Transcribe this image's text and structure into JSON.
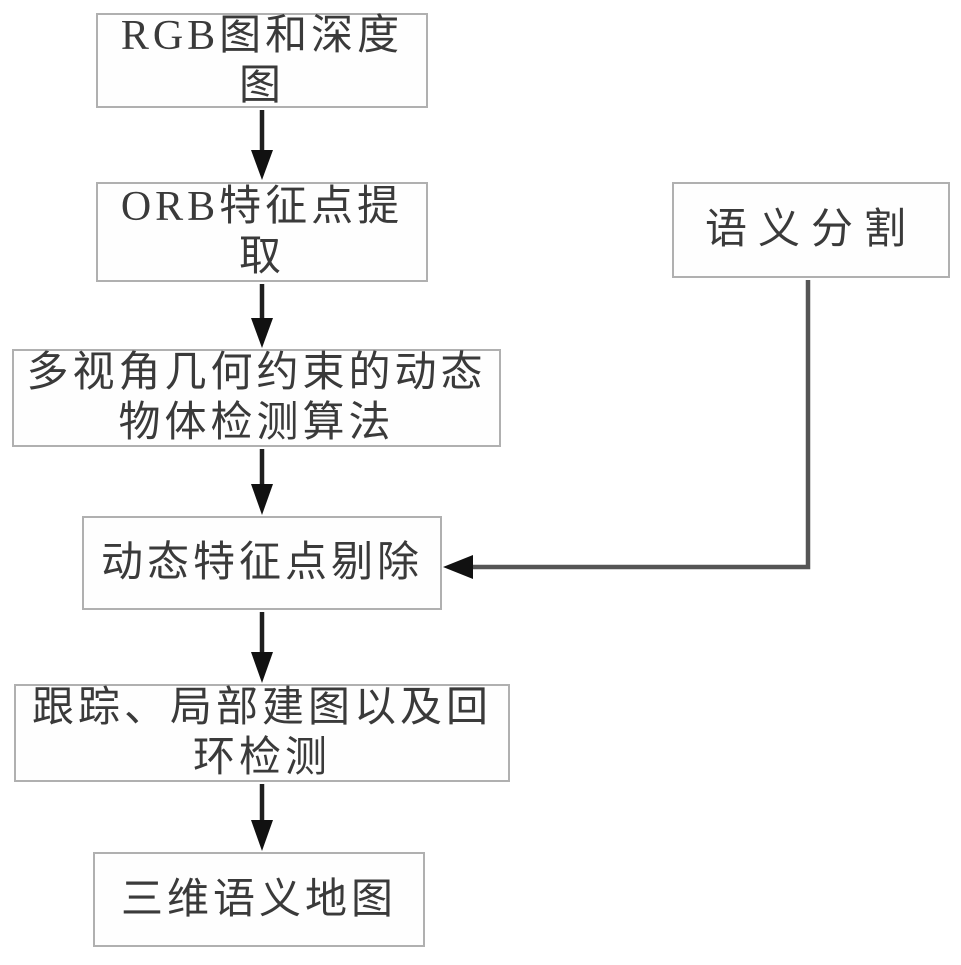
{
  "diagram": {
    "background": "#ffffff",
    "nodes": [
      {
        "id": "rgb-depth-input",
        "label": "RGB图和深度图"
      },
      {
        "id": "orb-feature-extraction",
        "label": "ORB特征点提取"
      },
      {
        "id": "semantic-segmentation",
        "label": "语义分割"
      },
      {
        "id": "multiview-dynamic-object-detection",
        "label": "多视角几何约束的动态\n物体检测算法"
      },
      {
        "id": "dynamic-feature-removal",
        "label": "动态特征点剔除"
      },
      {
        "id": "tracking-mapping-loop-closure",
        "label": "跟踪、局部建图以及回\n环检测"
      },
      {
        "id": "semantic-3d-map",
        "label": "三维语义地图"
      }
    ],
    "edges": [
      {
        "from": "rgb-depth-input",
        "to": "orb-feature-extraction"
      },
      {
        "from": "orb-feature-extraction",
        "to": "multiview-dynamic-object-detection"
      },
      {
        "from": "multiview-dynamic-object-detection",
        "to": "dynamic-feature-removal"
      },
      {
        "from": "semantic-segmentation",
        "to": "dynamic-feature-removal"
      },
      {
        "from": "dynamic-feature-removal",
        "to": "tracking-mapping-loop-closure"
      },
      {
        "from": "tracking-mapping-loop-closure",
        "to": "semantic-3d-map"
      }
    ],
    "colors": {
      "box_border": "#b0b0b0",
      "text": "#3a3a3a",
      "flow_arrow": "#1f1f1f",
      "connector": "#555555"
    }
  }
}
